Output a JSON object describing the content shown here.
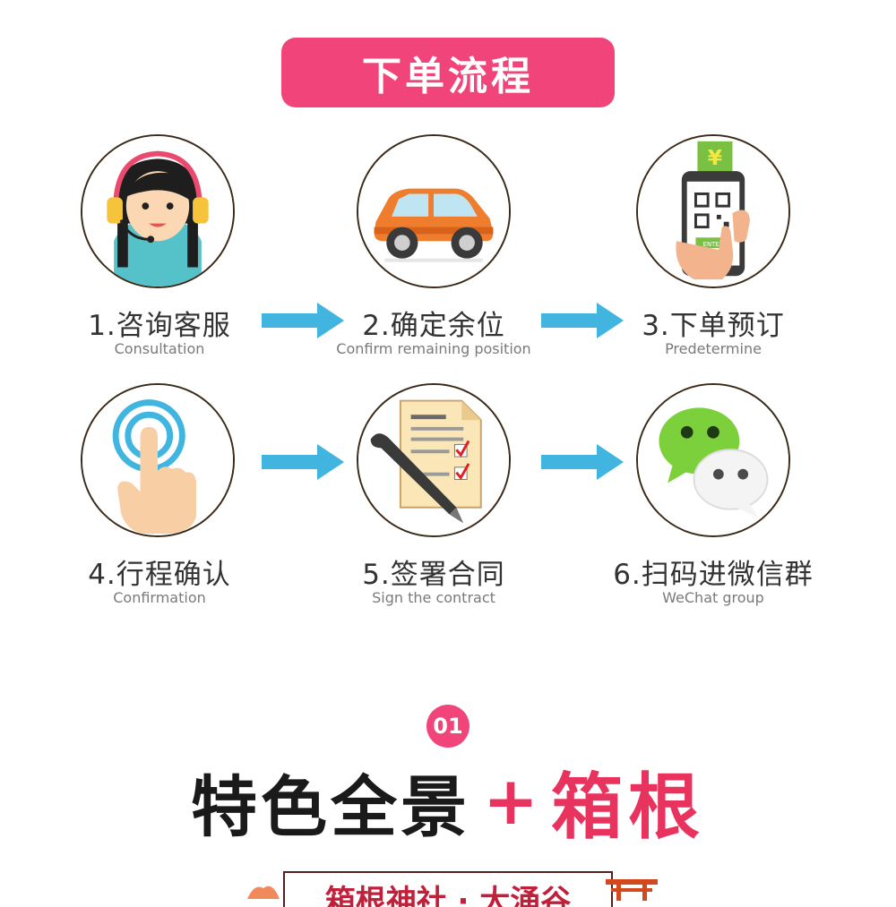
{
  "header": {
    "title": "下单流程"
  },
  "steps": [
    {
      "title": "1.咨询客服",
      "subtitle": "Consultation",
      "icon": "customer-service-icon"
    },
    {
      "title": "2.确定余位",
      "subtitle": "Confirm remaining position",
      "icon": "car-icon"
    },
    {
      "title": "3.下单预订",
      "subtitle": "Predetermine",
      "icon": "mobile-payment-icon",
      "payment_symbol": "¥",
      "phone_button": "ENTER"
    },
    {
      "title": "4.行程确认",
      "subtitle": "Confirmation",
      "icon": "tap-finger-icon"
    },
    {
      "title": "5.签署合同",
      "subtitle": "Sign the contract",
      "icon": "contract-pen-icon"
    },
    {
      "title": "6.扫码进微信群",
      "subtitle": "WeChat group",
      "icon": "wechat-icon"
    }
  ],
  "feature": {
    "number": "01",
    "title_dark": "特色全景",
    "plus": "+",
    "title_pink": "箱根",
    "subtitle": "箱根神社 · 大涌谷"
  },
  "colors": {
    "accent_pink": "#f1447a",
    "arrow_blue": "#41b4e0",
    "title_red": "#e8335f"
  }
}
